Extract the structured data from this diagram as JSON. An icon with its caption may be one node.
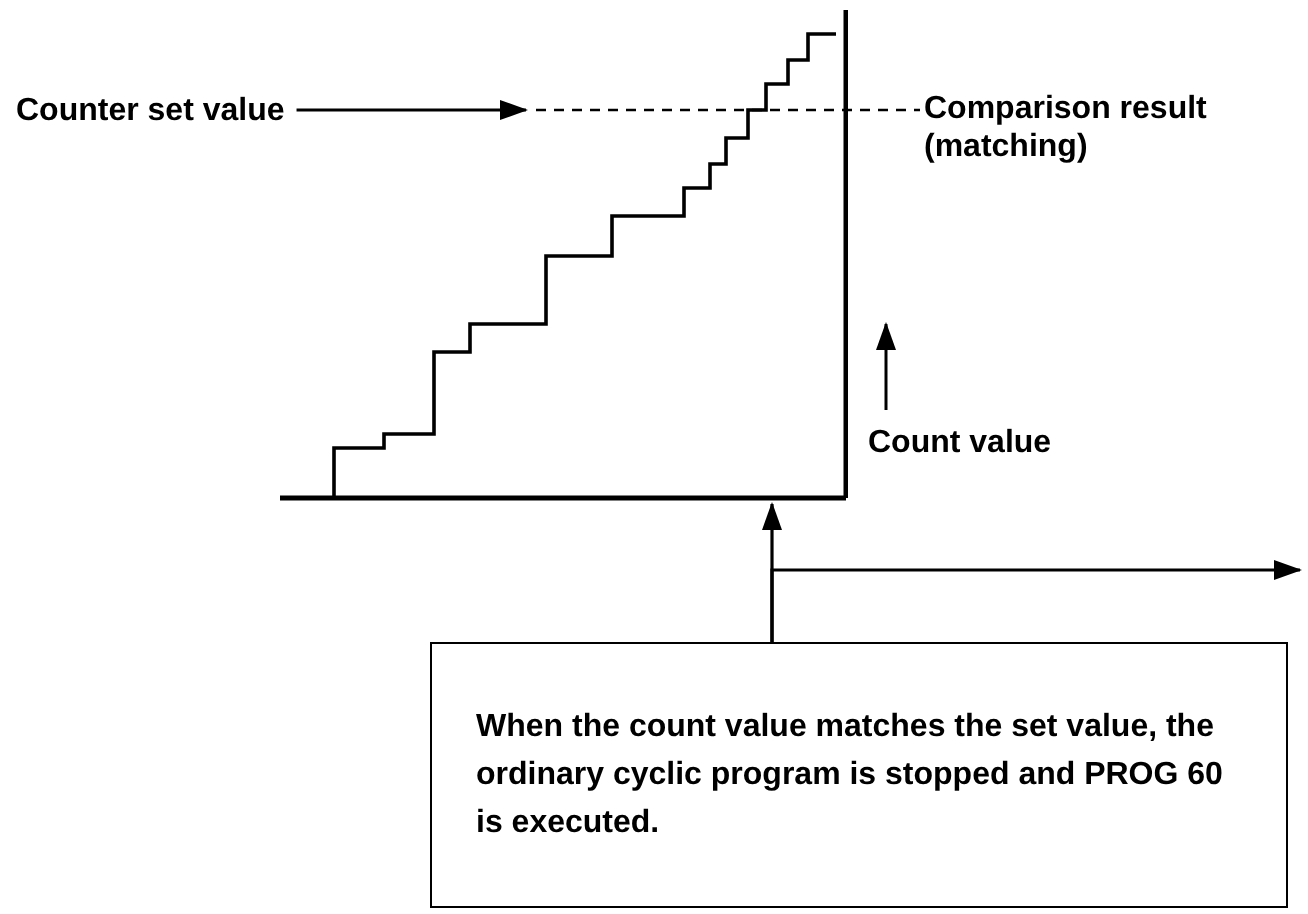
{
  "diagram": {
    "nodes": [
      {
        "text": [
          "Counter set value"
        ]
      },
      {
        "text": [
          "Comparison result (matching)"
        ]
      },
      {
        "text": [],
        "shape": "picture",
        "beside": [
          "Count value"
        ]
      },
      {
        "text": [
          "When the count value matches the set value, the ordinary cyclic program is stopped and PROG 60 is executed."
        ]
      }
    ],
    "edges": [
      {
        "from": 0,
        "to": 2,
        "arrow": "to"
      },
      {
        "from": 2,
        "to": 1,
        "arrow": "none",
        "style": "dashed"
      },
      {
        "from": 3,
        "to": 2,
        "arrow": "to"
      },
      {
        "from": 3,
        "to": null,
        "arrow": "to"
      }
    ]
  }
}
